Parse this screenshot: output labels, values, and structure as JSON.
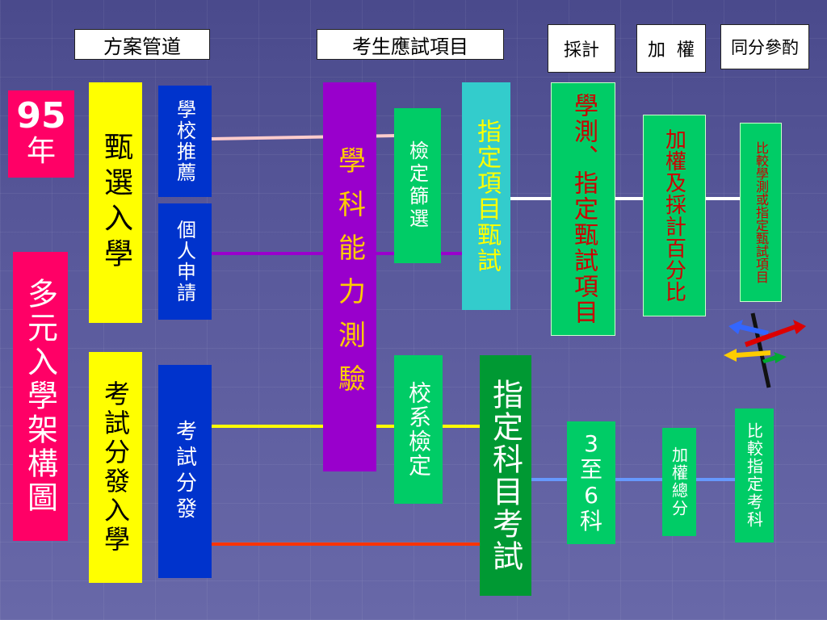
{
  "headers": {
    "pathway": "方案管道",
    "exam_items": "考生應試項目",
    "adopted": "採計",
    "weighting": "加  權",
    "tie_break": "同分參酌"
  },
  "side": {
    "year_number": "95",
    "year_char": "年",
    "title": "多元入學架構圖"
  },
  "pathways": {
    "selection": "甄選入學",
    "school_recommend": "學校推薦",
    "individual_apply": "個人申請",
    "exam_distribution": "考試分發入學",
    "exam_assign": "考試分發"
  },
  "exams": {
    "gsat": "學科能力測驗",
    "screening": "檢定篩選",
    "designated_items": "指定項目甄試",
    "dept_check": "校系檢定",
    "ast": "指定科目考試"
  },
  "adoption": {
    "gsat_and_items": "學測、指定甄試項目",
    "subjects_count_a": "3",
    "subjects_count_b": "至",
    "subjects_count_c": "6",
    "subjects_count_d": "科"
  },
  "weighting": {
    "weight_pct": "加權及採計百分比",
    "weight_total": "加權總分"
  },
  "tiebreak": {
    "compare_gsat": "比較學測或指定甄試項目",
    "compare_ast": "比較指定考科"
  },
  "colors": {
    "yellow": "#ffff00",
    "blue": "#0033cc",
    "purple": "#9900cc",
    "green": "#00cc66",
    "dark_green": "#009933",
    "cyan": "#33cccc",
    "pink": "#ff0066",
    "red": "#ff3300"
  }
}
